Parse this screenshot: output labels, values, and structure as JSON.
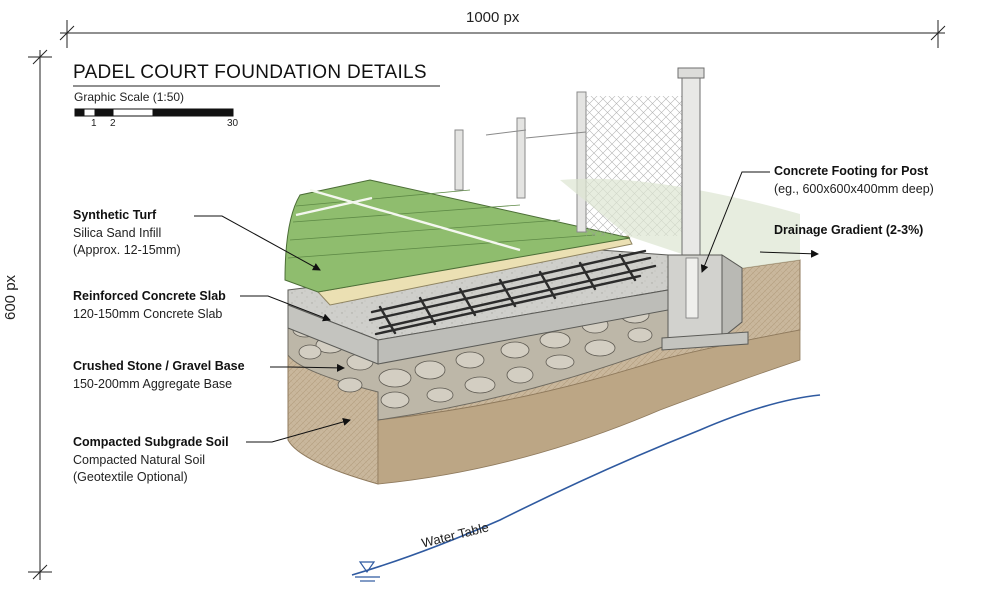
{
  "dimensions": {
    "width_label": "1000 px",
    "height_label": "600 px"
  },
  "title": "PADEL COURT FOUNDATION DETAILS",
  "scale": {
    "label": "Graphic Scale (1:50)",
    "ticks": [
      "1",
      "2",
      "30"
    ]
  },
  "layers": {
    "turf": {
      "name": "Synthetic Turf",
      "desc": [
        "Silica Sand Infill",
        "(Approx. 12-15mm)"
      ]
    },
    "slab": {
      "name": "Reinforced Concrete Slab",
      "desc": [
        "120-150mm Concrete Slab"
      ]
    },
    "gravel": {
      "name": "Crushed Stone / Gravel Base",
      "desc": [
        "150-200mm Aggregate Base"
      ]
    },
    "soil": {
      "name": "Compacted Subgrade Soil",
      "desc": [
        "Compacted Natural Soil",
        "(Geotextile Optional)"
      ]
    }
  },
  "footing": {
    "name": "Concrete Footing for Post",
    "desc": "(eg., 600x600x400mm deep)"
  },
  "drainage": {
    "name": "Drainage Gradient (2-3%)"
  },
  "water_table": "Water Table",
  "colors": {
    "turf": "#8fbd6e",
    "sand": "#e9dfb6",
    "concrete": "#c8c8c4",
    "gravel": "#b7b1a3",
    "soil": "#c8b59a",
    "water_line": "#2f5aa0"
  }
}
